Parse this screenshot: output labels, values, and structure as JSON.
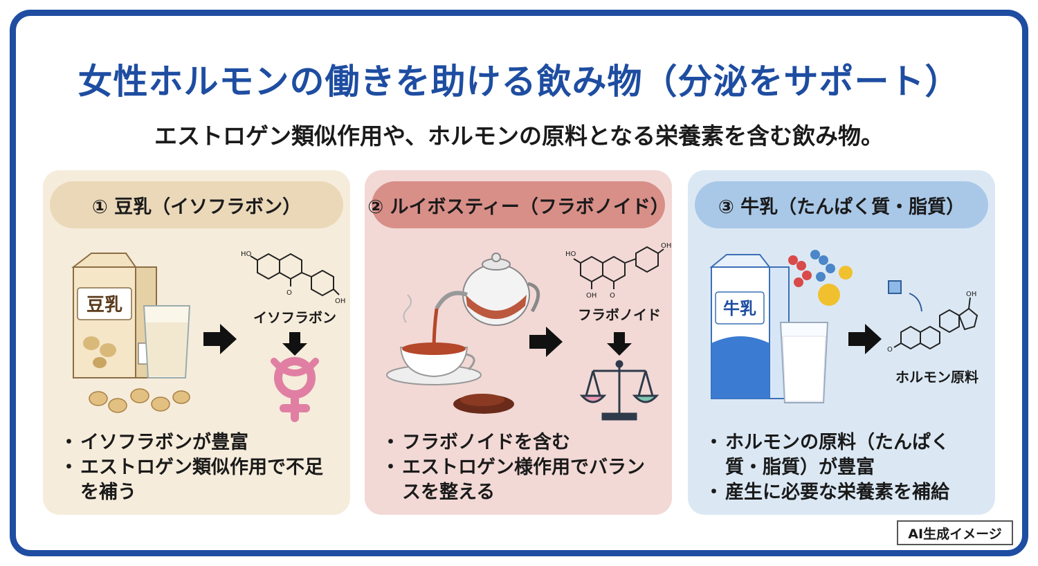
{
  "title": "女性ホルモンの働きを助ける飲み物（分泌をサポート）",
  "subtitle": "エストロゲン類似作用や、ホルモンの原料となる栄養素を含む飲み物。",
  "cards": [
    {
      "heading": "① 豆乳（イソフラボン）",
      "carton_label": "豆乳",
      "molecule_label": "イソフラボン",
      "bullets": [
        "イソフラボンが豊富",
        "エストロゲン類似作用で不足を補う"
      ],
      "accent": "#ead8b8"
    },
    {
      "heading": "② ルイボスティー（フラボノイド）",
      "molecule_label": "フラボノイド",
      "bullets": [
        "フラボノイドを含む",
        "エストロゲン様作用でバランスを整える"
      ],
      "accent": "#d88f88"
    },
    {
      "heading": "③ 牛乳（たんぱく質・脂質）",
      "carton_label": "牛乳",
      "molecule_label": "ホルモン原料",
      "bullets": [
        "ホルモンの原料（たんぱく質・脂質）が豊富",
        "産生に必要な栄養素を補給"
      ],
      "accent": "#a9c8e8"
    }
  ],
  "badge": "AI生成イメージ",
  "colors": {
    "frame": "#1e4da1",
    "title": "#1e4da1",
    "venus_symbol": "#e07fa3"
  },
  "icons": [
    "soy-milk-carton-icon",
    "glass-icon",
    "soybeans-icon",
    "arrow-right-icon",
    "arrow-down-icon",
    "venus-symbol-icon",
    "teapot-icon",
    "teacup-icon",
    "tea-leaves-icon",
    "balance-scale-icon",
    "milk-carton-icon",
    "nutrient-molecules-icon",
    "steroid-structure-icon"
  ]
}
